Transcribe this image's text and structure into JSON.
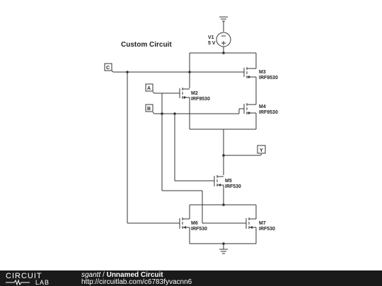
{
  "diagram": {
    "title": "Custom Circuit",
    "components": [
      {
        "id": "V1",
        "name": "V1",
        "value": "5 V"
      },
      {
        "id": "M2",
        "name": "M2",
        "part": "IRF9530"
      },
      {
        "id": "M3",
        "name": "M3",
        "part": "IRF9530"
      },
      {
        "id": "M4",
        "name": "M4",
        "part": "IRF9530"
      },
      {
        "id": "M5",
        "name": "M5",
        "part": "IRF530"
      },
      {
        "id": "M6",
        "name": "M6",
        "part": "IRF530"
      },
      {
        "id": "M7",
        "name": "M7",
        "part": "IRF530"
      }
    ],
    "pins": [
      {
        "id": "C",
        "label": "C"
      },
      {
        "id": "A",
        "label": "A"
      },
      {
        "id": "B",
        "label": "B"
      },
      {
        "id": "Y",
        "label": "Y"
      }
    ]
  },
  "footer": {
    "logo_top": "CIRCUIT",
    "logo_bottom": "LAB",
    "author": "sgantt",
    "separator": " / ",
    "circuit_name": "Unnamed Circuit",
    "url": "http://circuitlab.com/c6783fyvacnn6"
  }
}
